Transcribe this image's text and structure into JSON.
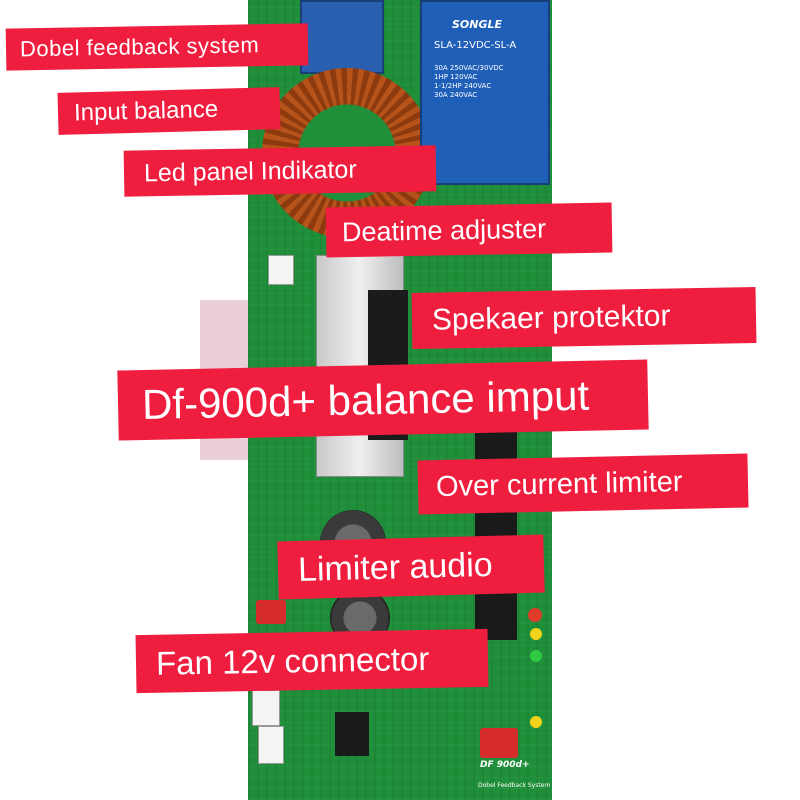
{
  "labels": [
    "Dobel feedback system",
    "Input balance",
    "Led panel Indikator",
    "Deatime adjuster",
    "Spekaer protektor",
    "Df-900d+ balance imput",
    "Over current limiter",
    "Limiter audio",
    "Fan 12v connector"
  ],
  "relay": {
    "brand": "SONGLE",
    "model": "SLA-12VDC-SL-A",
    "rating": [
      "30A 250VAC/30VDC",
      "1HP 120VAC",
      "1-1/2HP 240VAC",
      "30A 240VAC"
    ]
  },
  "board": {
    "model_text": "DF 900d+",
    "subtitle": "Dobel Feedback System"
  },
  "colors": {
    "label_bg": "#ef1e3f",
    "label_text": "#ffffff",
    "pcb": "#1f8f3a",
    "relay": "#1f5fb8"
  }
}
